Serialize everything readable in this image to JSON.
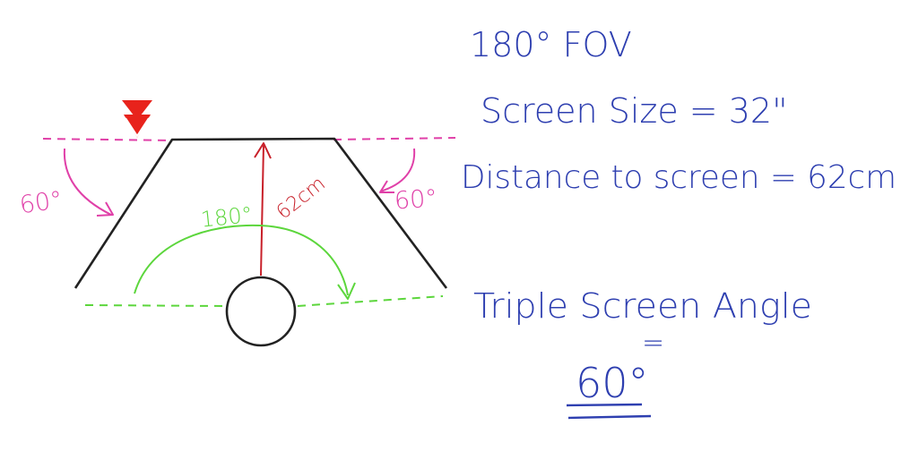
{
  "diagram": {
    "labels": {
      "fov_center": "180°",
      "distance": "62cm",
      "angle_left": "60°",
      "angle_right": "60°"
    },
    "notes": {
      "fov": "180° FOV",
      "screen_size": "Screen Size = 32\"",
      "distance": "Distance to screen = 62cm",
      "triple_title": "Triple Screen Angle",
      "equals": "=",
      "result": "60°"
    },
    "colors": {
      "ink": "#222222",
      "magenta": "#e040a8",
      "green": "#5cd63c",
      "red": "#c8202a",
      "blue": "#2e3fb0",
      "marker": "#e8231c"
    }
  }
}
